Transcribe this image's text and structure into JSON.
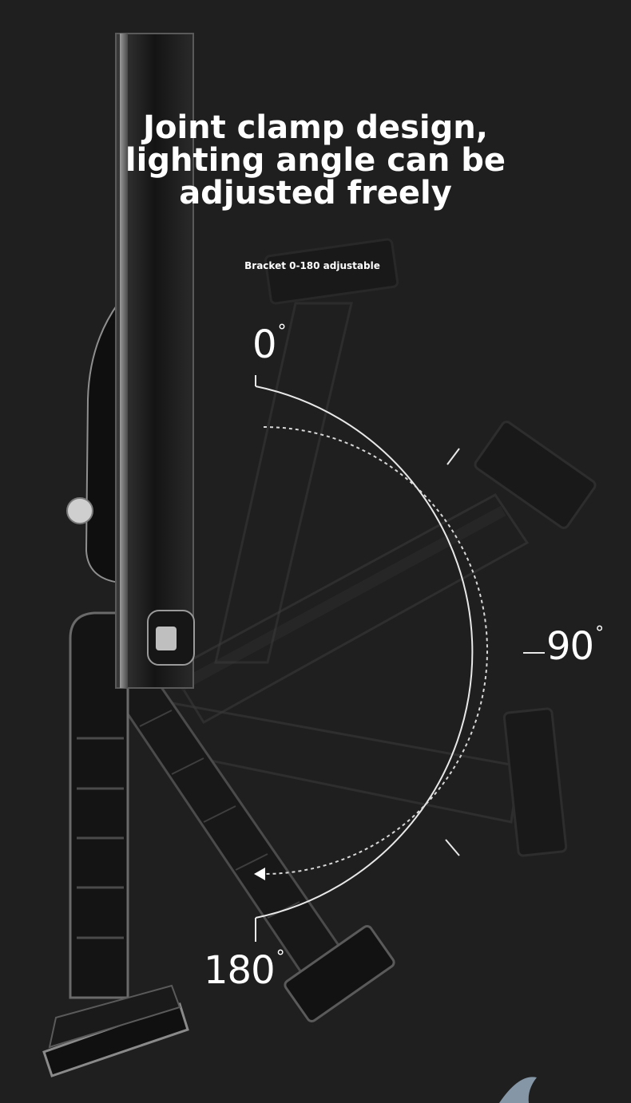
{
  "headline": {
    "line1": "Joint clamp design,",
    "line2": "lighting angle can be",
    "line3": "adjusted freely"
  },
  "subline": "Bracket 0-180 adjustable",
  "angles": {
    "a0": "0",
    "a90": "90",
    "a180": "180",
    "degree_symbol": "°"
  },
  "colors": {
    "background": "#1f1f1f",
    "text": "#ffffff"
  }
}
